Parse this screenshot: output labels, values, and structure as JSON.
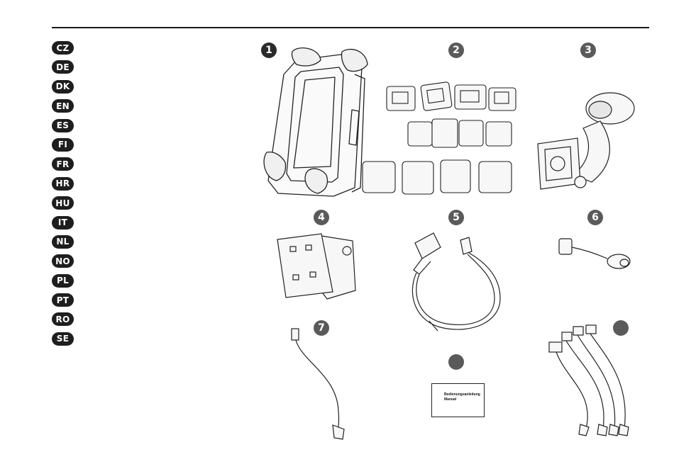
{
  "languages": [
    "CZ",
    "DE",
    "DK",
    "EN",
    "ES",
    "FI",
    "FR",
    "HR",
    "HU",
    "IT",
    "NL",
    "NO",
    "PL",
    "PT",
    "RO",
    "SE"
  ],
  "items": [
    {
      "number": "1",
      "depicts": "phone-cradle-holder"
    },
    {
      "number": "2",
      "depicts": "adapter-clips-set"
    },
    {
      "number": "3",
      "depicts": "suction-cup-windshield-mount"
    },
    {
      "number": "4",
      "depicts": "adhesive-dashboard-plates"
    },
    {
      "number": "5",
      "depicts": "car-charger-cable"
    },
    {
      "number": "6",
      "depicts": "adapter-cable"
    },
    {
      "number": "7",
      "depicts": "connector-cable"
    },
    {
      "number": "",
      "depicts": "user-manual"
    },
    {
      "number": "",
      "depicts": "multi-connector-cable-set"
    }
  ],
  "manual": {
    "line1": "Bedienungsanleitung",
    "line2": "Manual"
  },
  "colors": {
    "badge": "#1e1e1e",
    "number_badge": "#5a5a5a",
    "rule": "#1a1a1a"
  }
}
